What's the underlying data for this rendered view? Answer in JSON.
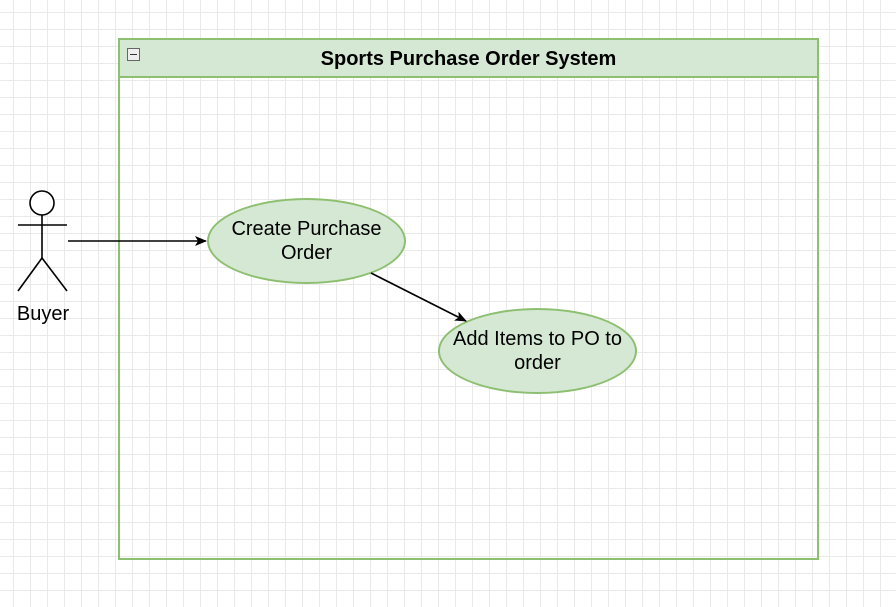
{
  "diagram": {
    "system_title": "Sports Purchase Order System",
    "actor": {
      "label": "Buyer"
    },
    "use_cases": [
      {
        "id": "create-po",
        "label": "Create Purchase Order"
      },
      {
        "id": "add-items",
        "label": "Add Items to PO to order"
      }
    ],
    "relations": [
      {
        "from": "Buyer",
        "to": "create-po"
      },
      {
        "from": "create-po",
        "to": "add-items"
      }
    ],
    "colors": {
      "usecase_fill": "#d5e8d4",
      "usecase_stroke": "#8dbf70",
      "line": "#000000",
      "grid": "#e9e9e9"
    }
  }
}
